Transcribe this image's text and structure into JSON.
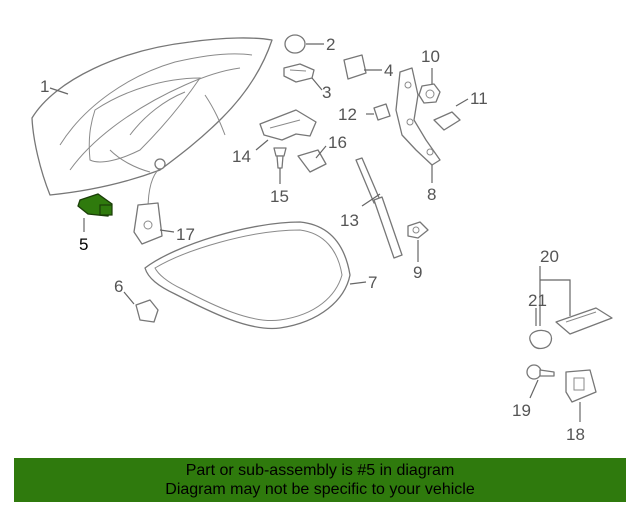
{
  "callouts": [
    "1",
    "2",
    "3",
    "4",
    "5",
    "6",
    "7",
    "8",
    "9",
    "10",
    "11",
    "12",
    "13",
    "14",
    "15",
    "16",
    "17",
    "18",
    "19",
    "20",
    "21"
  ],
  "highlight_callout": "5",
  "highlight_color": "#2f7a0d",
  "banner": {
    "line1": "Part or sub-assembly is #5 in diagram",
    "line2": "Diagram may not be specific to your vehicle",
    "background": "#2f7a0d"
  }
}
